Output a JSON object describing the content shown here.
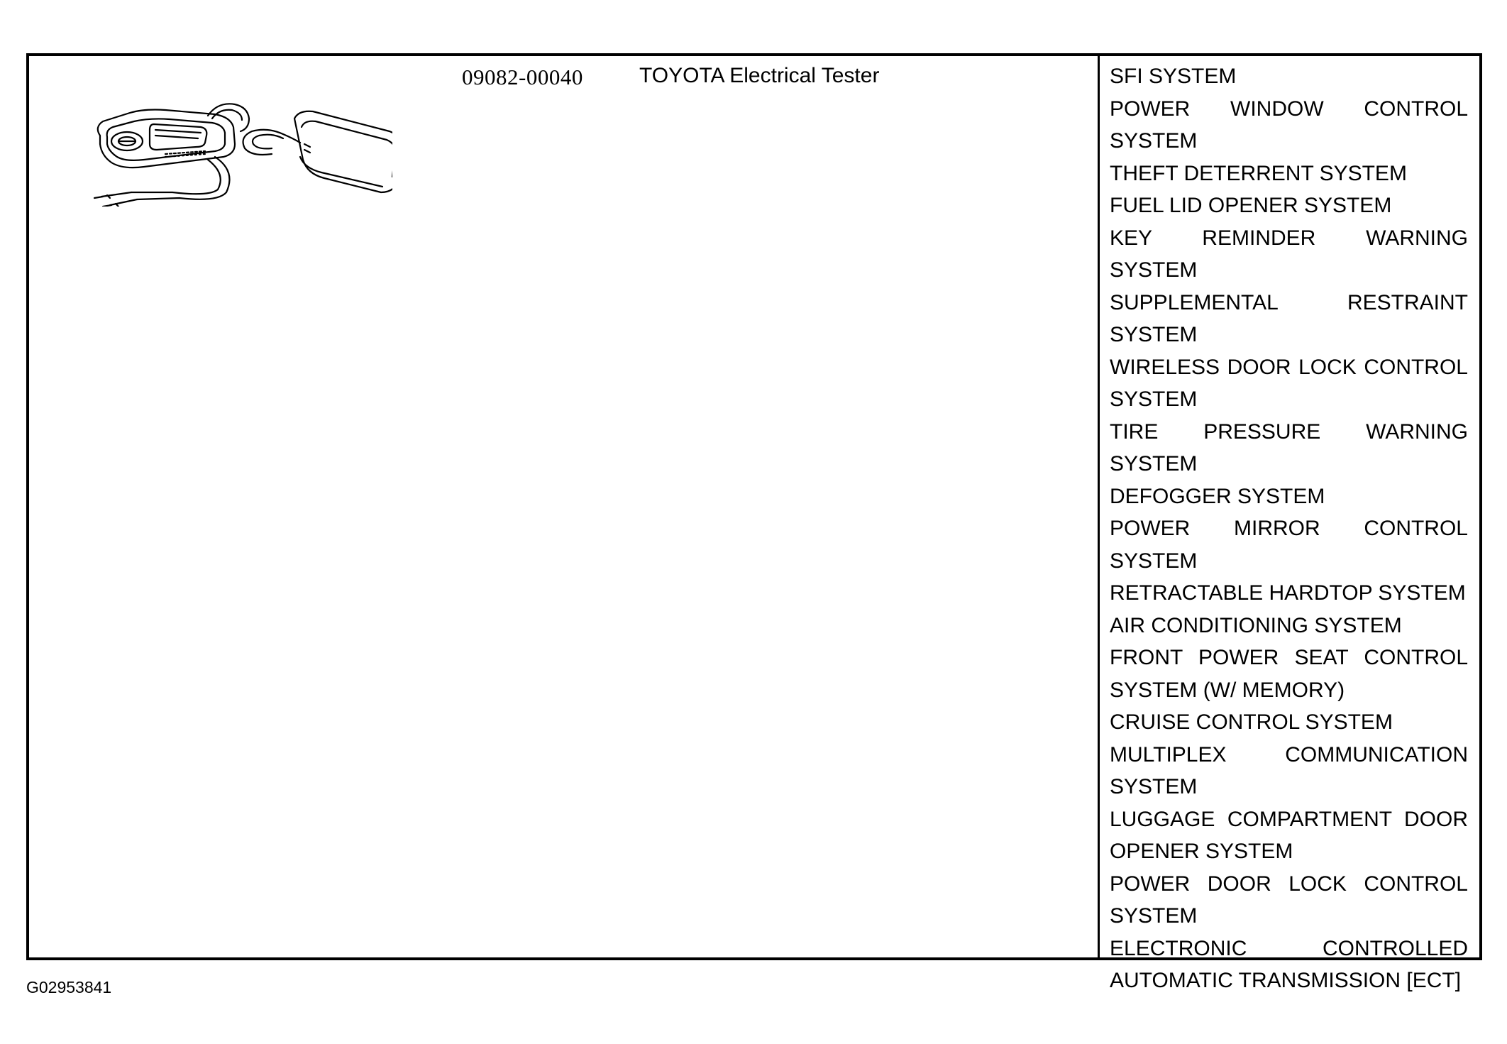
{
  "tool": {
    "part_number": "09082-00040",
    "name": "TOYOTA Electrical Tester",
    "illustration_icon": "electrical-tester-with-probes-and-case-icon"
  },
  "systems": [
    "SFI SYSTEM",
    "POWER WINDOW CONTROL SYSTEM",
    "THEFT DETERRENT SYSTEM",
    "FUEL LID OPENER SYSTEM",
    "KEY REMINDER WARNING SYSTEM",
    "SUPPLEMENTAL RESTRAINT SYSTEM",
    "WIRELESS DOOR LOCK CONTROL SYSTEM",
    "TIRE PRESSURE WARNING SYSTEM",
    "DEFOGGER SYSTEM",
    "POWER MIRROR CONTROL SYSTEM",
    "RETRACTABLE HARDTOP SYSTEM",
    "AIR CONDITIONING SYSTEM",
    "FRONT POWER SEAT CONTROL SYSTEM (W/ MEMORY)",
    "CRUISE CONTROL SYSTEM",
    "MULTIPLEX COMMUNICATION SYSTEM",
    "LUGGAGE COMPARTMENT DOOR OPENER SYSTEM",
    "POWER DOOR LOCK CONTROL SYSTEM",
    "ELECTRONIC CONTROLLED AUTOMATIC TRANSMISSION [ECT]"
  ],
  "figure_id": "G02953841"
}
